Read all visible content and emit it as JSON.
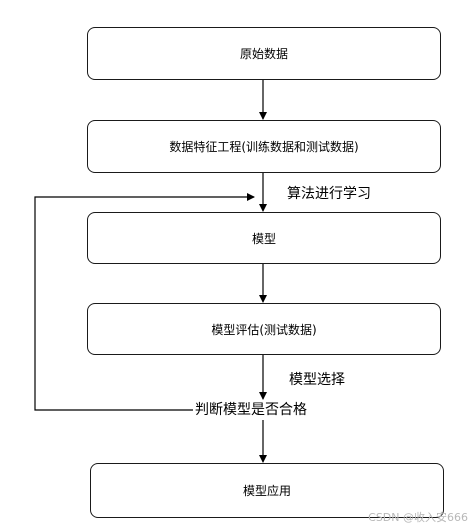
{
  "nodes": {
    "raw_data": "原始数据",
    "feature_engineering": "数据特征工程(训练数据和测试数据)",
    "model": "模型",
    "model_evaluation": "模型评估(测试数据)",
    "model_application": "模型应用"
  },
  "edge_labels": {
    "algorithm_learning": "算法进行学习",
    "model_selection": "模型选择",
    "judge_qualified": "判断模型是否合格"
  },
  "watermark": "CSDN @收入安666"
}
